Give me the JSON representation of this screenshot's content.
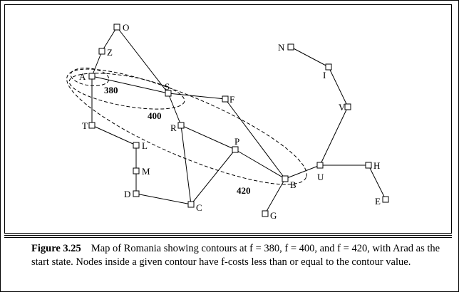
{
  "nodes": {
    "O": "O",
    "Z": "Z",
    "A": "A",
    "S": "S",
    "F": "F",
    "N": "N",
    "I": "I",
    "V": "V",
    "T": "T",
    "R": "R",
    "L": "L",
    "M": "M",
    "D": "D",
    "C": "C",
    "P": "P",
    "B": "B",
    "U": "U",
    "H": "H",
    "E": "E",
    "G": "G"
  },
  "contours": {
    "c380": "380",
    "c400": "400",
    "c420": "420"
  },
  "caption": {
    "label": "Figure 3.25",
    "text": "Map of Romania showing contours at f = 380, f = 400, and f = 420, with Arad as the start state. Nodes inside a given contour have f-costs less than or equal to the contour value."
  }
}
